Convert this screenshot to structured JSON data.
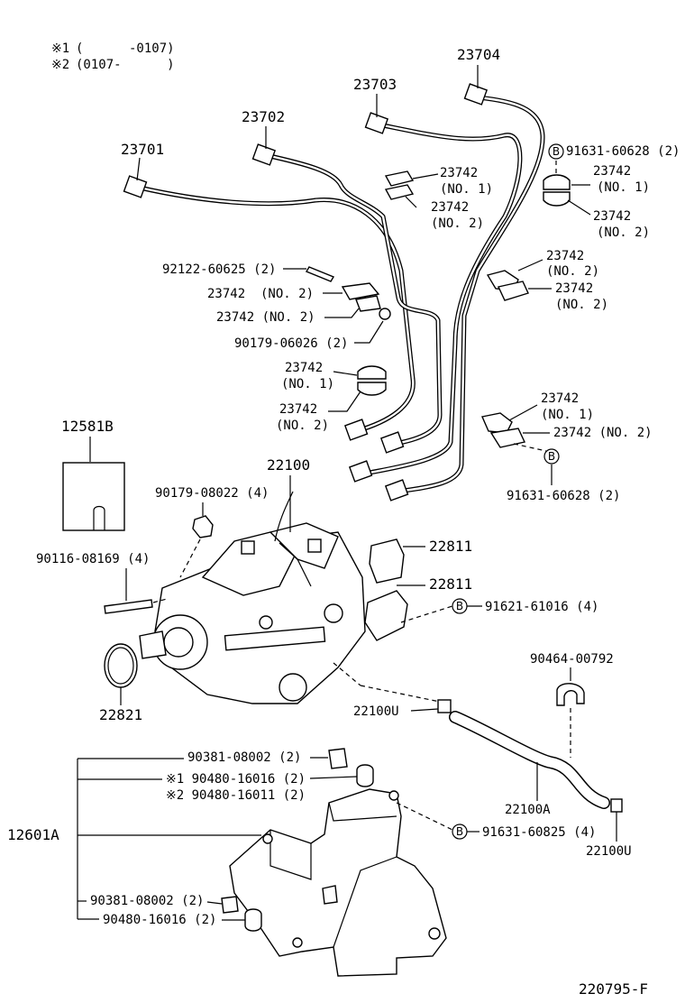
{
  "notes": [
    {
      "mark": "※1",
      "range": "(      -0107)"
    },
    {
      "mark": "※2",
      "range": "(0107-      )"
    }
  ],
  "labels": {
    "p23701": "23701",
    "p23702": "23702",
    "p23703": "23703",
    "p23704": "23704",
    "c_right_b": "91631-60628 (2)",
    "c_right_1a": "23742",
    "c_right_1b": "(NO. 1)",
    "c_right_2a": "23742",
    "c_right_2b": "(NO. 2)",
    "c_mid_1a": "23742",
    "c_mid_1b": "(NO. 1)",
    "c_mid_2a": "23742",
    "c_mid_2b": "(NO. 2)",
    "c_r2_a": "23742",
    "c_r2_b": "(NO. 2)",
    "c_r2_c": "23742",
    "c_r2_d": "(NO. 2)",
    "pin": "92122-60625 (2)",
    "cl_no2_a": "23742  (NO. 2)",
    "cl_no2_b": "23742 (NO. 2)",
    "nut": "90179-06026 (2)",
    "cl3_a": "23742",
    "cl3_b": "(NO. 1)",
    "cl3_c": "23742",
    "cl3_d": "(NO. 2)",
    "cl4_a": "23742",
    "cl4_b": "(NO. 1)",
    "cl4_c": "23742 (NO. 2)",
    "cl4_bolt": "91631-60628 (2)",
    "gasket": "12581B",
    "pump": "22100",
    "nut2": "90179-08022 (4)",
    "stud": "90116-08169 (4)",
    "oring": "22821",
    "br1": "22811",
    "br2": "22811",
    "br_bolt": "91621-61016 (4)",
    "clip": "90464-00792",
    "u1": "22100U",
    "hose": "22100A",
    "u2": "22100U",
    "bolt_a": "90381-08002 (2)",
    "bolt_b": "※1 90480-16016 (2)",
    "bolt_c": "※2 90480-16011 (2)",
    "bracket_set": "12601A",
    "bolt_d": "91631-60825 (4)",
    "bolt_e": "90381-08002 (2)",
    "bolt_f": "90480-16016 (2)",
    "fig": "220795-F"
  },
  "bolt_mark": "B"
}
